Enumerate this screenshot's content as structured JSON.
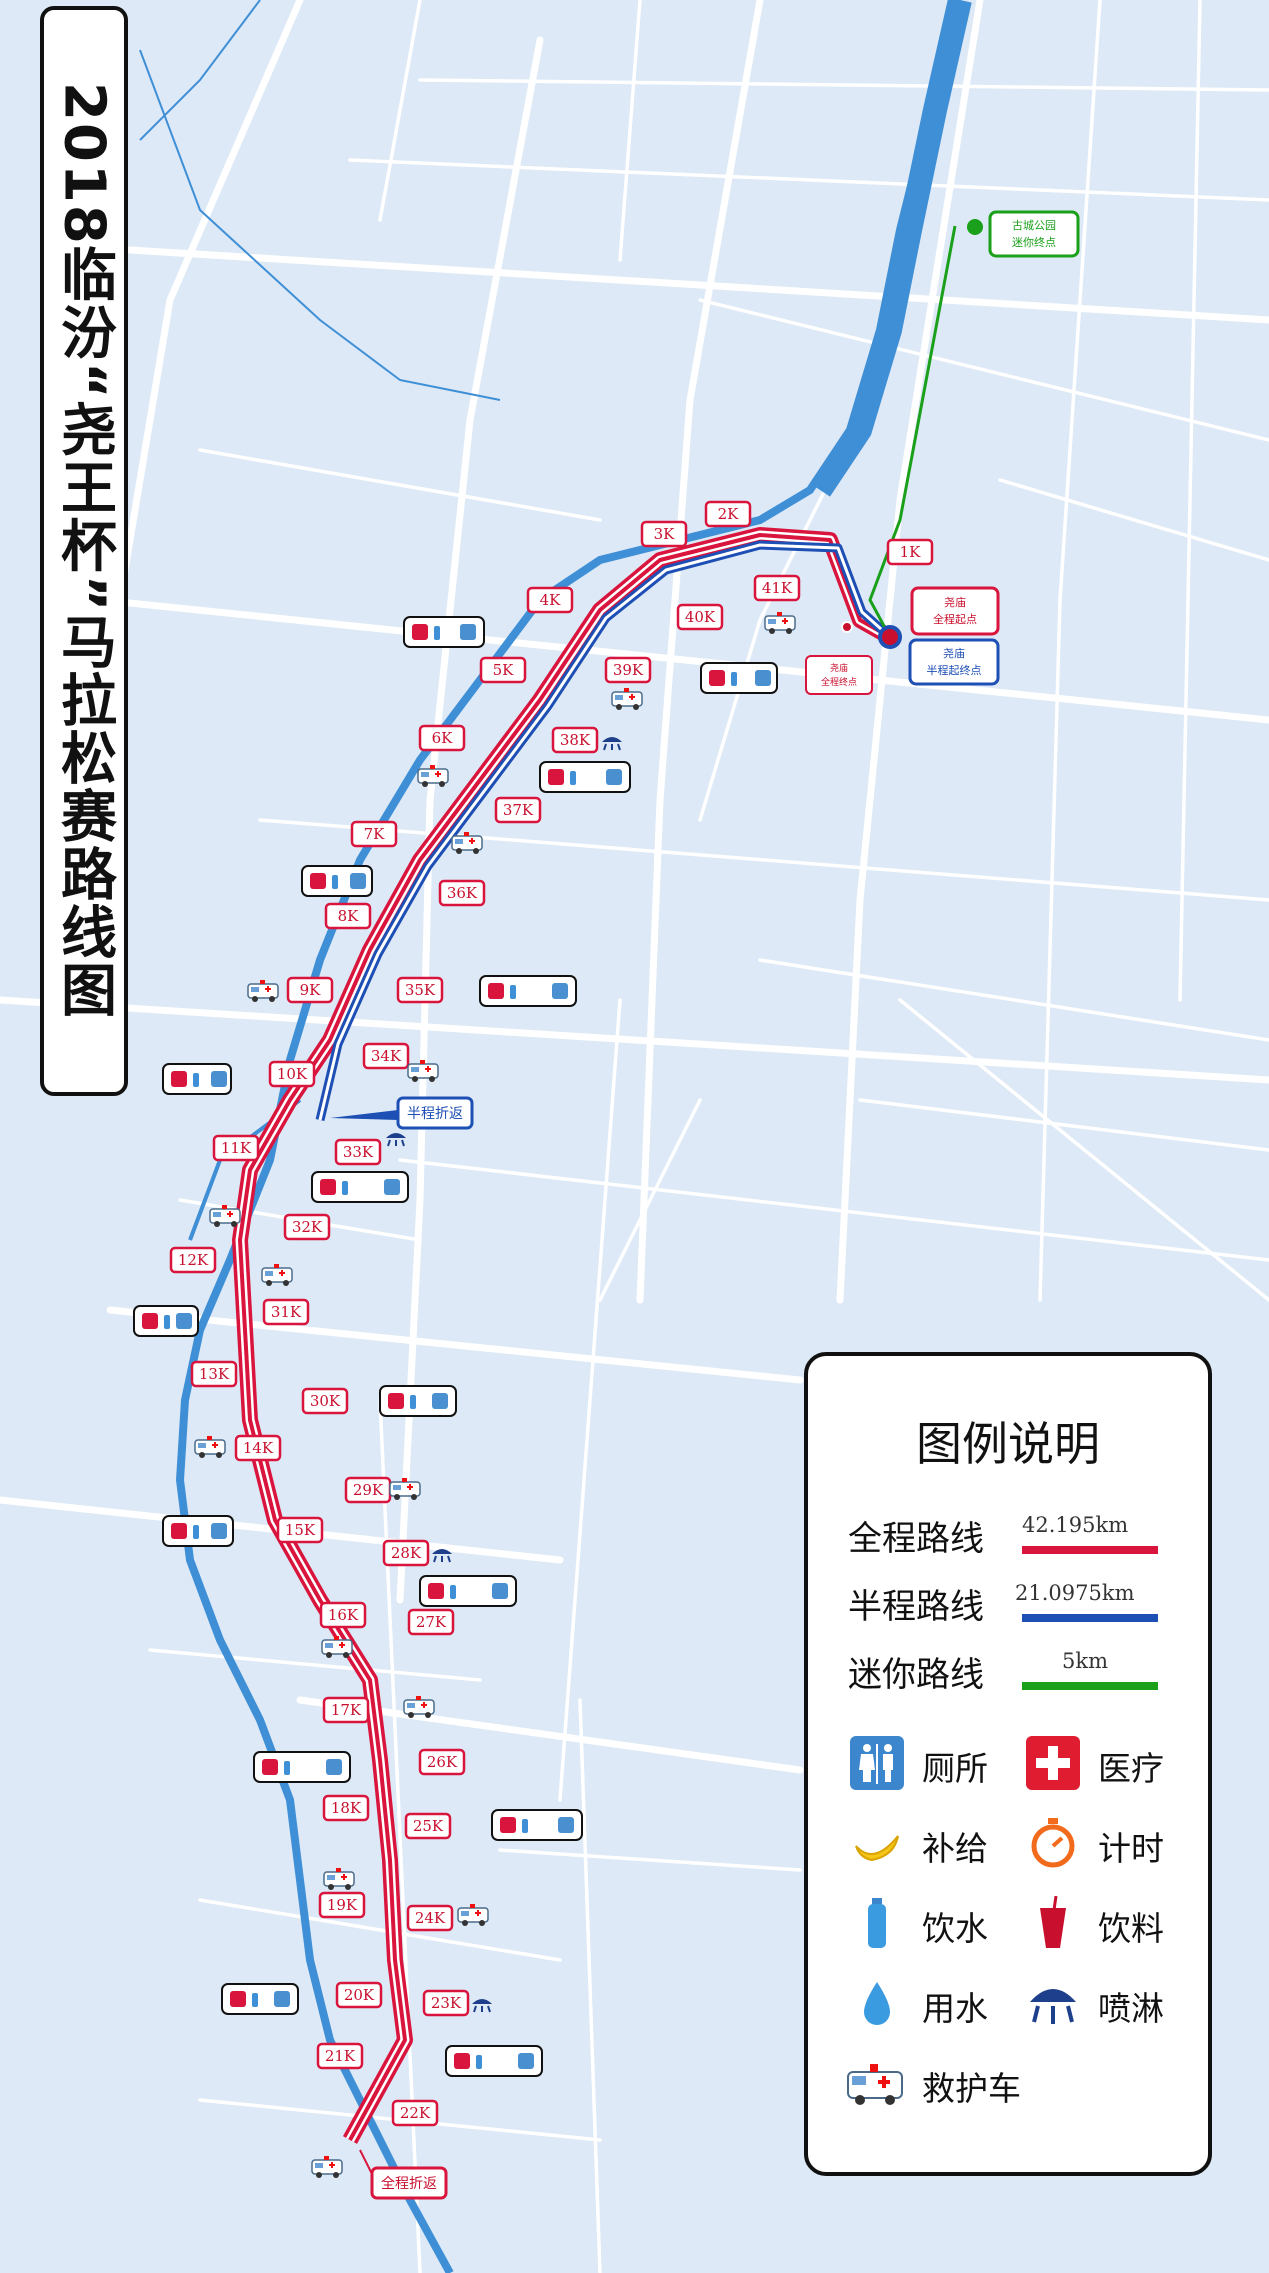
{
  "title": "2018临汾“尧王杯”马拉松赛路线图",
  "km_markers": [
    "1K",
    "2K",
    "3K",
    "4K",
    "5K",
    "6K",
    "7K",
    "8K",
    "9K",
    "10K",
    "11K",
    "12K",
    "13K",
    "14K",
    "15K",
    "16K",
    "17K",
    "18K",
    "19K",
    "20K",
    "21K",
    "22K",
    "23K",
    "24K",
    "25K",
    "26K",
    "27K",
    "28K",
    "29K",
    "30K",
    "31K",
    "32K",
    "33K",
    "34K",
    "35K",
    "36K",
    "37K",
    "38K",
    "39K",
    "40K",
    "41K"
  ],
  "callouts": {
    "full_start": "尧庙\n全程起点",
    "half_start_finish": "尧庙\n半程起终点",
    "full_finish": "尧庙\n全程终点",
    "mini_finish": "古城公园\n迷你终点",
    "half_turn": "半程折返",
    "full_turn": "全程折返"
  },
  "legend": {
    "title": "图例说明",
    "routes": [
      {
        "label": "全程路线",
        "distance": "42.195km",
        "color": "#d9143d"
      },
      {
        "label": "半程路线",
        "distance": "21.0975km",
        "color": "#1e4fb4"
      },
      {
        "label": "迷你路线",
        "distance": "5km",
        "color": "#1aa01a"
      }
    ],
    "icons": [
      {
        "icon": "toilet-icon",
        "label": "厕所"
      },
      {
        "icon": "medical-icon",
        "label": "医疗"
      },
      {
        "icon": "banana-icon",
        "label": "补给"
      },
      {
        "icon": "timer-icon",
        "label": "计时"
      },
      {
        "icon": "water-bottle-icon",
        "label": "饮水"
      },
      {
        "icon": "drink-cup-icon",
        "label": "饮料"
      },
      {
        "icon": "water-drop-icon",
        "label": "用水"
      },
      {
        "icon": "shower-icon",
        "label": "喷淋"
      },
      {
        "icon": "ambulance-icon",
        "label": "救护车"
      }
    ]
  },
  "colors": {
    "background": "#dde9f6",
    "road": "#ffffff",
    "river": "#3f8fd6",
    "full_route": "#d9143d",
    "half_route": "#1e4fb4",
    "mini_route": "#1aa01a"
  }
}
